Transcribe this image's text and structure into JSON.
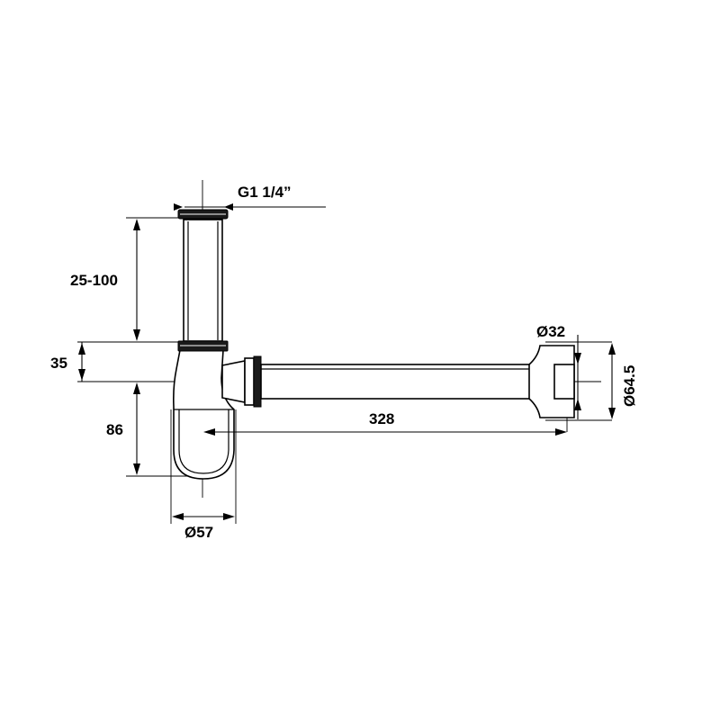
{
  "drawing": {
    "labels": {
      "thread": "G1 1/4”",
      "tailpiece_length": "25-100",
      "outlet_offset": "35",
      "trap_depth": "86",
      "trap_diameter": "Ø57",
      "outlet_length": "328",
      "pipe_diameter": "Ø32",
      "rosette_diameter": "Ø64.5"
    }
  }
}
